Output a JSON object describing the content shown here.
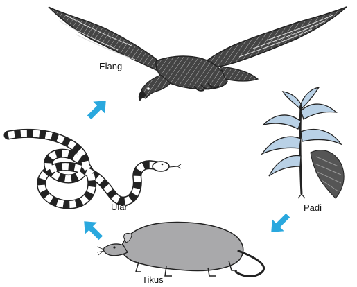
{
  "organisms": {
    "eagle": {
      "label": "Elang",
      "icon": "eagle-icon"
    },
    "snake": {
      "label": "Ular",
      "icon": "snake-icon"
    },
    "rice": {
      "label": "Padi",
      "icon": "rice-plant-icon"
    },
    "rat": {
      "label": "Tikus",
      "icon": "rat-icon"
    }
  },
  "colors": {
    "arrow": "#2aa8de",
    "leaf": "#b9d1e6",
    "rat": "#a9a9ab"
  }
}
